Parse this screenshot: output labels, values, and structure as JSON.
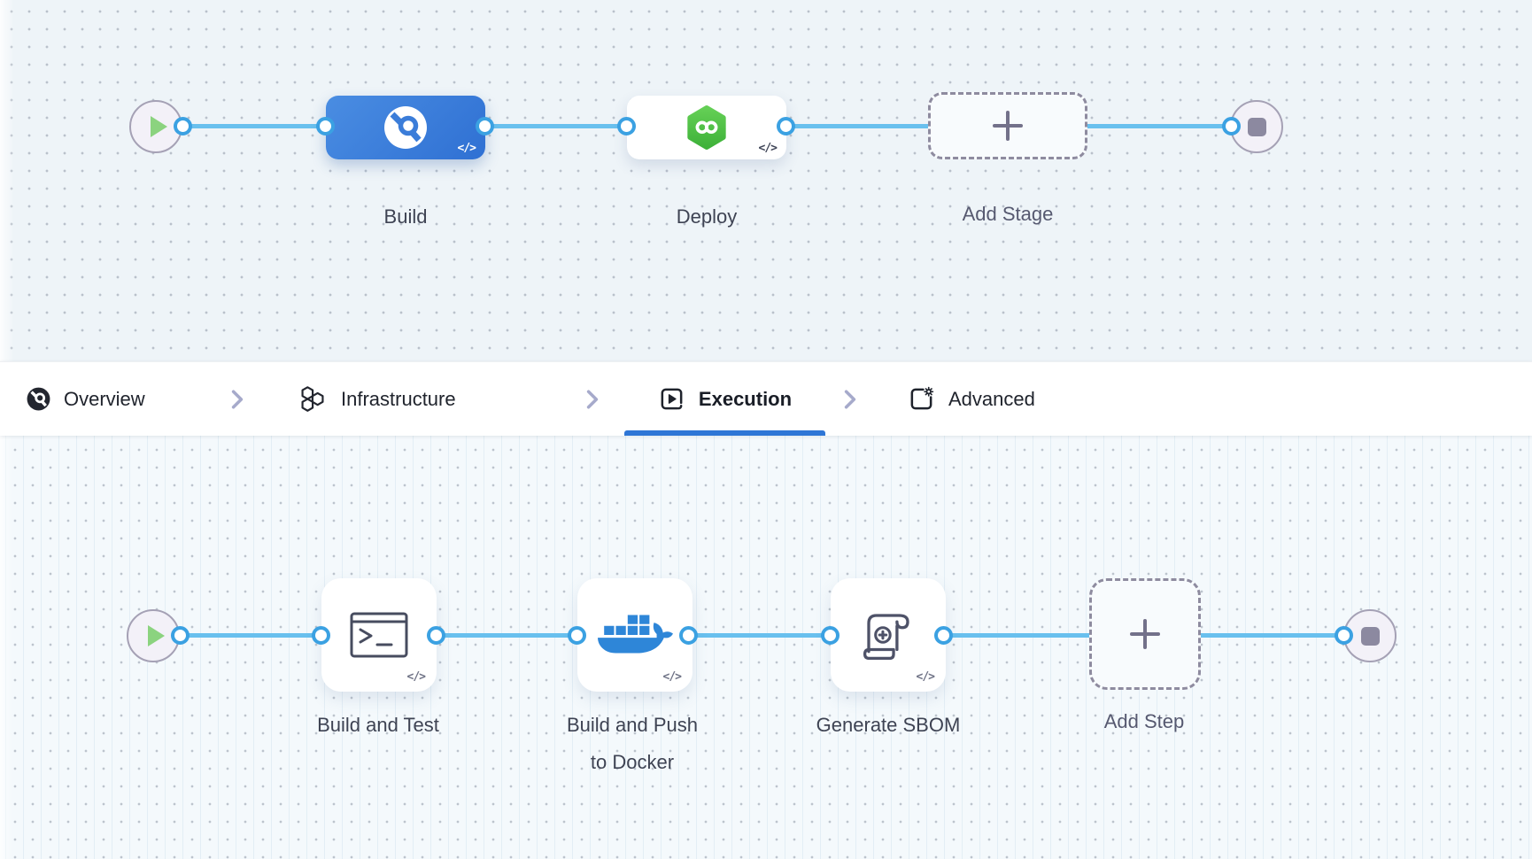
{
  "stage_graph": {
    "start_node": {
      "icon": "play-icon"
    },
    "end_node": {
      "icon": "stop-icon"
    },
    "stages": [
      {
        "label": "Build",
        "icon": "harness-ci-icon",
        "badge": "</>"
      },
      {
        "label": "Deploy",
        "icon": "harness-cd-icon",
        "badge": "</>"
      },
      {
        "label": "Add Stage",
        "icon": "plus-icon"
      }
    ]
  },
  "tab_bar": {
    "tabs": [
      {
        "label": "Overview",
        "icon": "overview-icon",
        "active": false
      },
      {
        "label": "Infrastructure",
        "icon": "infrastructure-icon",
        "active": false
      },
      {
        "label": "Execution",
        "icon": "execution-icon",
        "active": true
      },
      {
        "label": "Advanced",
        "icon": "advanced-icon",
        "active": false
      }
    ],
    "separator_icon": "chevron-right-icon",
    "active_underline_color": "#2f76d6"
  },
  "step_graph": {
    "start_node": {
      "icon": "play-icon"
    },
    "end_node": {
      "icon": "stop-icon"
    },
    "steps": [
      {
        "label": "Build and Test",
        "label_line2": "",
        "icon": "terminal-icon",
        "badge": "</>"
      },
      {
        "label": "Build and Push",
        "label_line2": "to Docker",
        "icon": "docker-icon",
        "badge": "</>"
      },
      {
        "label": "Generate SBOM",
        "label_line2": "",
        "icon": "scroll-plus-icon",
        "badge": "</>"
      },
      {
        "label": "Add Step",
        "icon": "plus-icon"
      }
    ]
  },
  "colors": {
    "edge": "#69c0ee",
    "connector_ring": "#3ba1e2",
    "stage_build_blue": "#3b7ed9",
    "deploy_green": "#4fc341",
    "docker_blue": "#2e86d8",
    "play_green": "#8bd37f",
    "node_gray": "#8c89a0",
    "active_tab_underline": "#2f76d6",
    "canvas_top_bg": "#eef4f8",
    "canvas_bottom_bg": "#f4f9fc"
  }
}
